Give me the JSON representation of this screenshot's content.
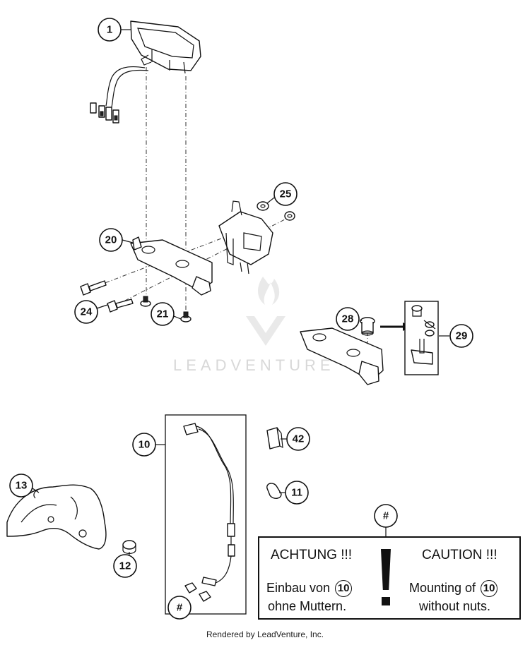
{
  "callouts": {
    "c1": "1",
    "c25": "25",
    "c20": "20",
    "c24": "24",
    "c21": "21",
    "c28": "28",
    "c29": "29",
    "c10": "10",
    "c42": "42",
    "c11": "11",
    "c13": "13",
    "c12": "12",
    "hash_top": "#",
    "hash_bottom": "#"
  },
  "notice": {
    "de_title": "ACHTUNG !!!",
    "en_title": "CAUTION !!!",
    "de_line1_pre": "Einbau von",
    "de_ref": "10",
    "de_line2": "ohne Muttern.",
    "en_line1_pre": "Mounting of",
    "en_ref": "10",
    "en_line2": "without nuts.",
    "exclaim": "!"
  },
  "watermark": "LEADVENTURE",
  "footer": "Rendered by LeadVenture, Inc.",
  "icons": {
    "logo": "flame-v-logo-icon"
  }
}
